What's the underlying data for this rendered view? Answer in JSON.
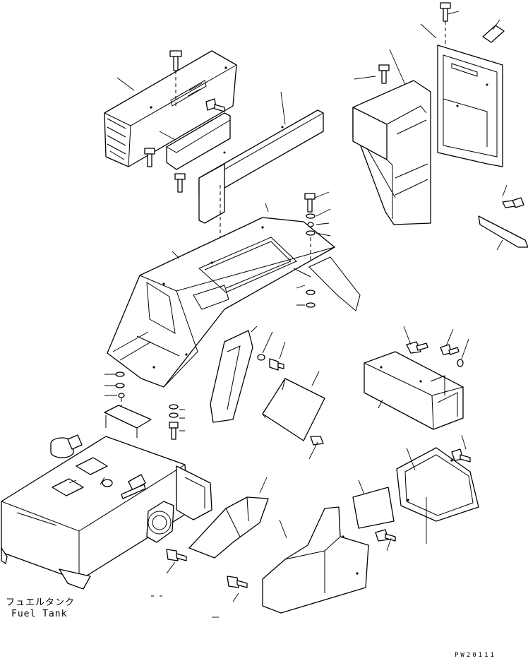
{
  "captions": {
    "fuel_tank_jp": "フュエルタンク",
    "fuel_tank_en": "Fuel Tank"
  },
  "drawing_code": "PW20111"
}
